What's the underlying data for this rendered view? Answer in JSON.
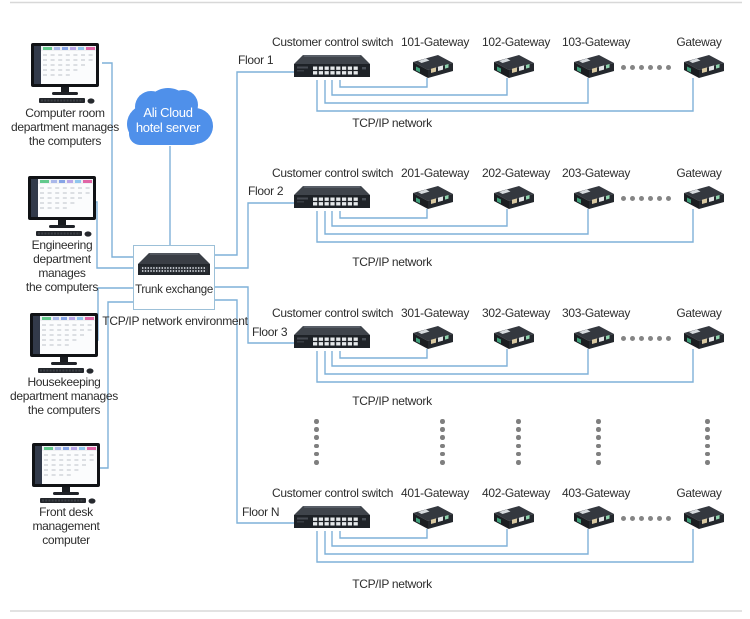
{
  "colors": {
    "connection_line": "#7fb1d8",
    "cloud_blue": "#4f90ea",
    "box_border": "#9cc0d8",
    "text": "#2d2d2d",
    "dots_gray": "#7f7f7f",
    "divider_gray": "#d8d8d8"
  },
  "cloud": {
    "line1": "Ali Cloud",
    "line2": "hotel server"
  },
  "trunk": {
    "label": "Trunk exchange",
    "environment_label": "TCP/IP network environment"
  },
  "clients": [
    {
      "label": "Computer room\ndepartment manages\nthe computers"
    },
    {
      "label": "Engineering\ndepartment\nmanages\nthe computers"
    },
    {
      "label": "Housekeeping\ndepartment manages\nthe computers"
    },
    {
      "label": "Front desk\nmanagement\ncomputer"
    }
  ],
  "floors": [
    {
      "name": "Floor 1",
      "switch_label": "Customer control switch",
      "gateways": [
        "101-Gateway",
        "102-Gateway",
        "103-Gateway",
        "Gateway"
      ],
      "network_label": "TCP/IP network"
    },
    {
      "name": "Floor 2",
      "switch_label": "Customer control switch",
      "gateways": [
        "201-Gateway",
        "202-Gateway",
        "203-Gateway",
        "Gateway"
      ],
      "network_label": "TCP/IP network"
    },
    {
      "name": "Floor 3",
      "switch_label": "Customer control switch",
      "gateways": [
        "301-Gateway",
        "302-Gateway",
        "303-Gateway",
        "Gateway"
      ],
      "network_label": "TCP/IP network"
    },
    {
      "name": "Floor N",
      "switch_label": "Customer control switch",
      "gateways": [
        "401-Gateway",
        "402-Gateway",
        "403-Gateway",
        "Gateway"
      ],
      "network_label": "TCP/IP network"
    }
  ]
}
